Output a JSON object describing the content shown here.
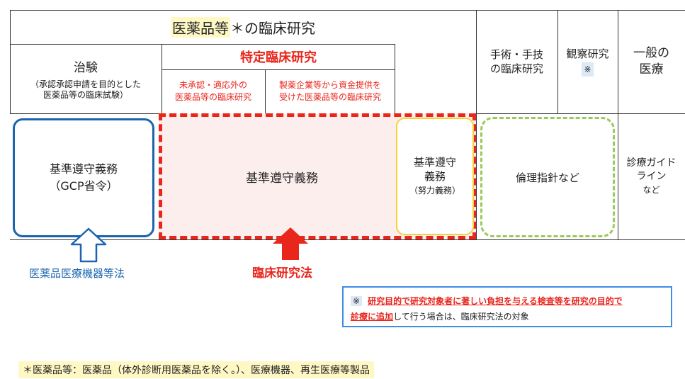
{
  "header": {
    "main_prefix": "医薬品等",
    "main_suffix": "＊の臨床研究",
    "chiken_title": "治験",
    "chiken_sub1": "（承認承認申請を目的とした",
    "chiken_sub2": "医薬品等の臨床試験）",
    "tokutei_title": "特定臨床研究",
    "tokutei_left1": "未承認・適応外の",
    "tokutei_left2": "医薬品等の臨床研究",
    "tokutei_right1": "製薬企業等から資金提供を",
    "tokutei_right2": "受けた医薬品等の臨床研究",
    "surgery1": "手術・手技",
    "surgery2": "の臨床研究",
    "observation": "観察研究",
    "observation_mark": "※",
    "general1": "一般の",
    "general2": "医療"
  },
  "boxes": {
    "gcp1": "基準遵守義務",
    "gcp2": "（GCP省令）",
    "kijun_main": "基準遵守義務",
    "kijun_effort1": "基準遵守",
    "kijun_effort2": "義務",
    "kijun_effort3": "（努力義務）",
    "ethics": "倫理指針など",
    "guideline1": "診療ガイド",
    "guideline2": "ライン",
    "guideline3": "など"
  },
  "laws": {
    "pmd_act": "医薬品医療機器等法",
    "clinical_act": "臨床研究法"
  },
  "note": {
    "mark": "※",
    "line1_red": "研究目的で研究対象者に著しい負担を与える検査等を研究の目的で",
    "line2_red": "診療に追加",
    "line2_rest": "して行う場合は、臨床研究法の対象"
  },
  "footnote": "＊医薬品等：医薬品（体外診断用医薬品を除く。）、医療機器、再生医療等製品",
  "colors": {
    "red": "#e8261c",
    "blue": "#1a64b0",
    "yellow": "#f2d33a",
    "green": "#9bc95a",
    "pink_fill": "#fdeeee",
    "highlight": "#fff8c5"
  }
}
